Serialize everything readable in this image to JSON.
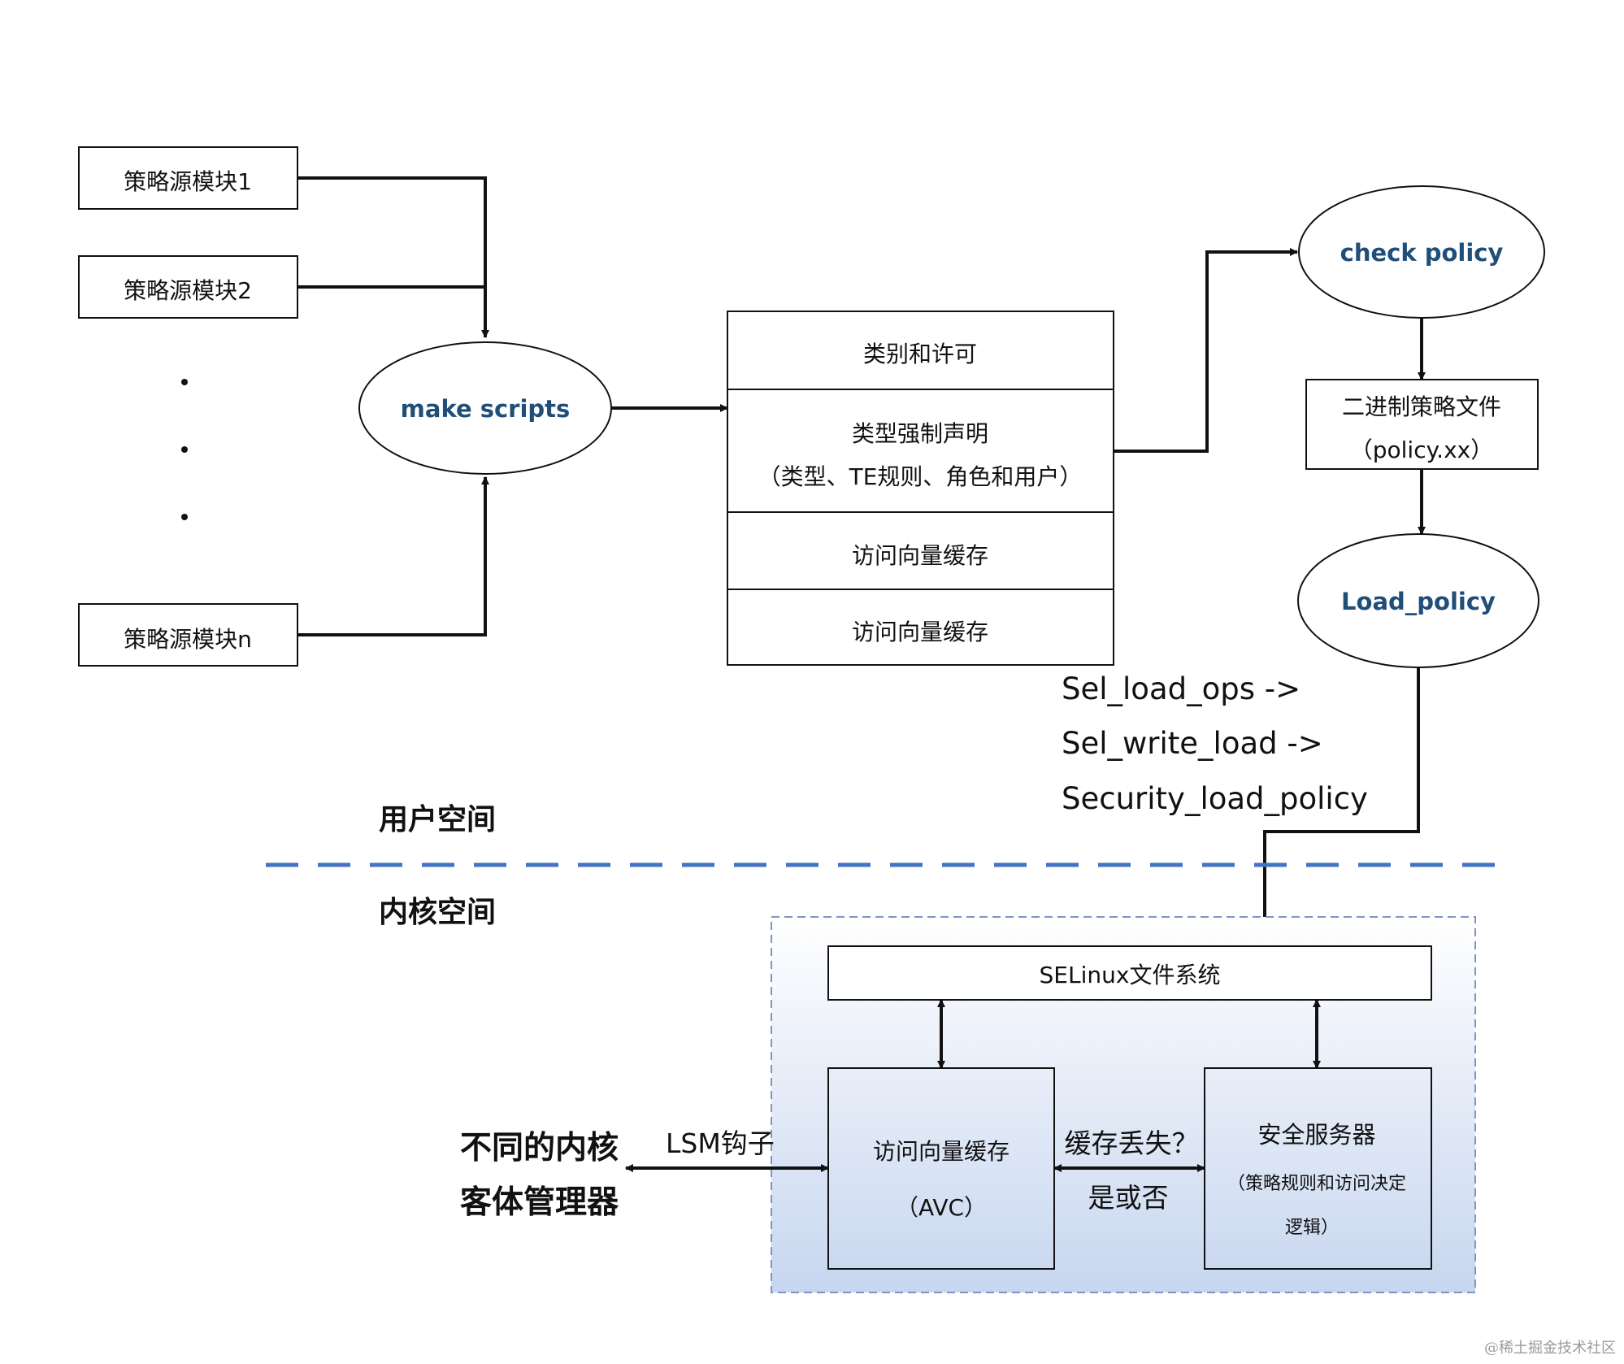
{
  "policy_modules": {
    "m1": "策略源模块1",
    "m2": "策略源模块2",
    "mn": "策略源模块n"
  },
  "make_scripts": "make scripts",
  "policy_sections": {
    "s1": "类别和许可",
    "s2_line1": "类型强制声明",
    "s2_line2": "（类型、TE规则、角色和用户）",
    "s3": "访问向量缓存",
    "s4": "访问向量缓存"
  },
  "check_policy": "check policy",
  "binary_file": {
    "line1": "二进制策略文件",
    "line2": "（policy.xx）"
  },
  "load_policy": "Load_policy",
  "call_chain": {
    "l1": "Sel_load_ops ->",
    "l2": "Sel_write_load ->",
    "l3": "Security_load_policy"
  },
  "user_space": "用户空间",
  "kernel_space": "内核空间",
  "selinux_fs": "SELinux文件系统",
  "avc": {
    "line1": "访问向量缓存",
    "line2": "（AVC）"
  },
  "cache_miss": {
    "line1": "缓存丢失？",
    "line2": "是或否"
  },
  "security_server": {
    "line1": "安全服务器",
    "line2": "（策略规则和访问决定",
    "line3": "逻辑）"
  },
  "lsm_hook": "LSM钩子",
  "object_managers": {
    "line1": "不同的内核",
    "line2": "客体管理器"
  },
  "watermark": "@稀土掘金技术社区",
  "colors": {
    "ellipse_text": "#1f4e79",
    "divider": "#4472c4",
    "kernel_box_border": "#7f93c6",
    "kernel_gradient_top": "#ffffff",
    "kernel_gradient_bottom": "#c7d6ef"
  }
}
